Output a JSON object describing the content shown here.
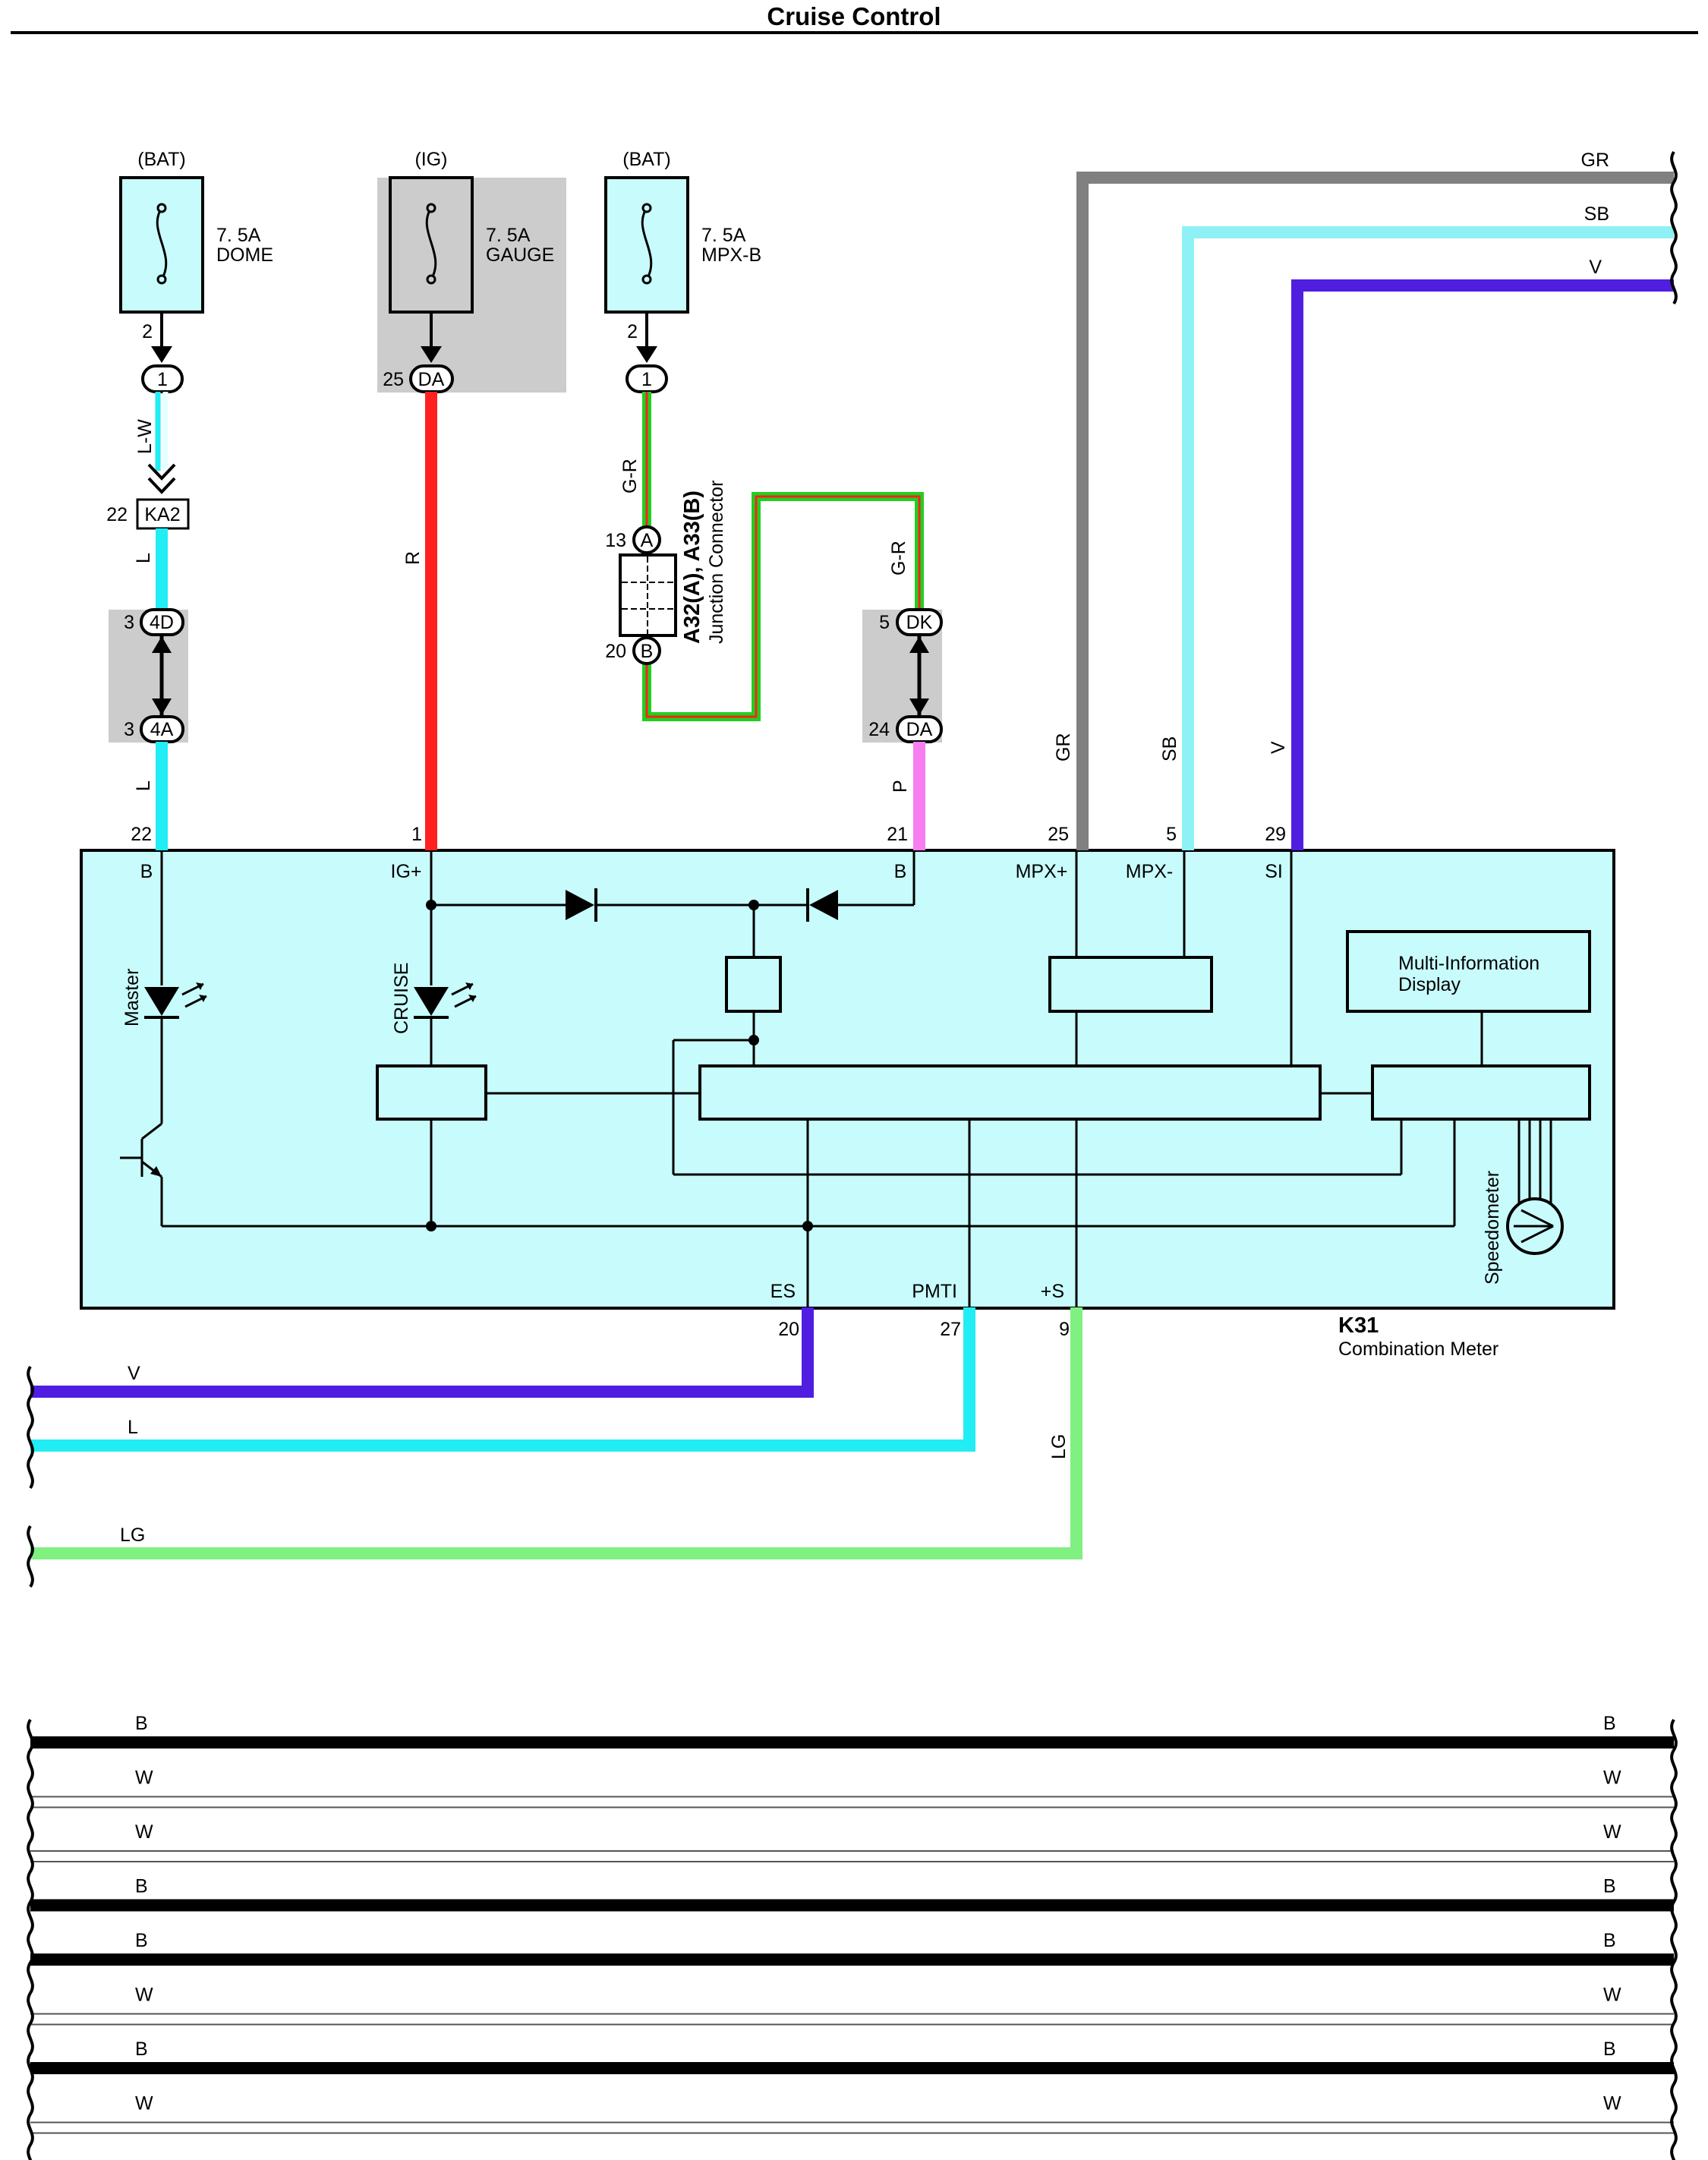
{
  "title": "Cruise Control",
  "colors": {
    "module_fill": "#c8fbfc",
    "fuse_fill": "#c8fbfc",
    "shade": "#cccccc",
    "wire_gray": "#808080",
    "wire_lightblue": "#8ef1f5",
    "wire_violet": "#4f1ee0",
    "wire_cyan": "#22ecf4",
    "wire_red": "#ff2020",
    "wire_pink": "#f77ef0",
    "wire_green": "#20d020",
    "wire_lightgreen": "#80f080",
    "wire_black": "#000000"
  },
  "fuses": [
    {
      "supply": "(BAT)",
      "amp": "7. 5A",
      "name": "DOME",
      "pin_top": "2",
      "conn_pin": "1"
    },
    {
      "supply": "(IG)",
      "amp": "7. 5A",
      "name": "GAUGE",
      "pin_top": "25",
      "conn_pin": "DA"
    },
    {
      "supply": "(BAT)",
      "amp": "7. 5A",
      "name": "MPX-B",
      "pin_top": "2",
      "conn_pin": "1"
    }
  ],
  "wire_labels": {
    "dome_upper": "L-W",
    "dome_lower1": "L",
    "dome_lower2": "L",
    "gauge": "R",
    "mpx_upper": "G-R",
    "mpx_mid": "G-R",
    "mpx_lower": "P",
    "gr": "GR",
    "sb": "SB",
    "v": "V",
    "lg": "LG"
  },
  "connectors": {
    "ka2": {
      "pin": "22",
      "name": "KA2"
    },
    "c4d": {
      "pin": "3",
      "name": "4D"
    },
    "c4a": {
      "pin": "3",
      "name": "4A"
    },
    "ca": {
      "pin": "13",
      "name": "A"
    },
    "cb": {
      "pin": "20",
      "name": "B"
    },
    "cdk": {
      "pin": "5",
      "name": "DK"
    },
    "cda": {
      "pin": "24",
      "name": "DA"
    }
  },
  "junction": {
    "line1": "A32(A), A33(B)",
    "line2": "Junction Connector"
  },
  "module": {
    "id": "K31",
    "name": "Combination Meter",
    "top_pins": [
      {
        "num": "22",
        "term": "B"
      },
      {
        "num": "1",
        "term": "IG+"
      },
      {
        "num": "21",
        "term": "B"
      },
      {
        "num": "25",
        "term": "MPX+"
      },
      {
        "num": "5",
        "term": "MPX-"
      },
      {
        "num": "29",
        "term": "SI"
      }
    ],
    "bottom_pins": [
      {
        "num": "20",
        "term": "ES"
      },
      {
        "num": "27",
        "term": "PMTI"
      },
      {
        "num": "9",
        "term": "+S"
      }
    ],
    "master_label": "Master",
    "cruise_label": "CRUISE",
    "mid_line1": "Multi-Information",
    "mid_line2": "Display",
    "speedometer": "Speedometer"
  },
  "right_wires": [
    "GR",
    "SB",
    "V"
  ],
  "left_wires": [
    "V",
    "L",
    "LG"
  ],
  "ground_rows": [
    "B",
    "W",
    "W",
    "B",
    "B",
    "W",
    "B",
    "W"
  ]
}
